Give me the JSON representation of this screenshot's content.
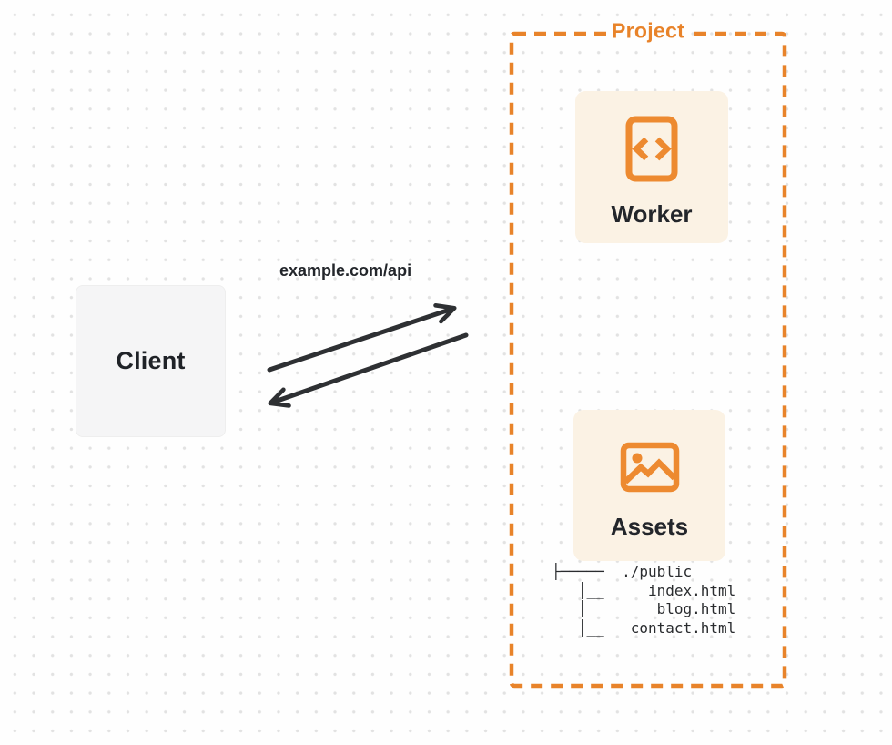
{
  "diagram": {
    "client": {
      "label": "Client"
    },
    "request_label": "example.com/api",
    "project": {
      "label": "Project",
      "worker": {
        "label": "Worker",
        "icon": "code-icon"
      },
      "assets": {
        "label": "Assets",
        "icon": "image-icon",
        "tree_text": "├─────  ./public\n   │__     index.html\n   │__      blog.html\n   │__   contact.html",
        "files": [
          "./public",
          "index.html",
          "blog.html",
          "contact.html"
        ]
      }
    },
    "colors": {
      "accent_orange": "#E8832A",
      "icon_orange": "#ED8A30",
      "card_background": "#FBF2E4",
      "client_background": "#F5F5F6",
      "arrow_dark": "#2E3033",
      "dot_grid": "#E2E2E2"
    }
  }
}
